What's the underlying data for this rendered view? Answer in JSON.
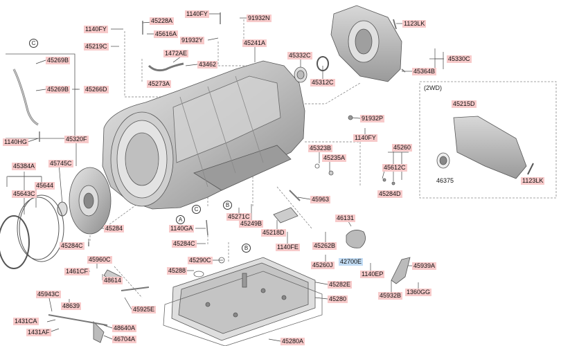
{
  "diagram": {
    "callouts": {
      "c45228A": "45228A",
      "c1140FY_top": "1140FY",
      "c91932N": "91932N",
      "c1123LK_top": "1123LK",
      "c1140FY_left": "1140FY",
      "c45616A": "45616A",
      "c91932Y": "91932Y",
      "c45241A": "45241A",
      "c45219C": "45219C",
      "c1472AE": "1472AE",
      "c43462": "43462",
      "c45332C": "45332C",
      "c45330C": "45330C",
      "c45269B_a": "45269B",
      "c45273A": "45273A",
      "c45312C": "45312C",
      "c45364B": "45364B",
      "c45269B_b": "45269B",
      "c45266D": "45266D",
      "c91932P": "91932P",
      "c1140FY_mid": "1140FY",
      "c1140HG": "1140HG",
      "c45320F": "45320F",
      "c45323B": "45323B",
      "c45260": "45260",
      "c45215D": "45215D",
      "c45384A": "45384A",
      "c45745C": "45745C",
      "c45235A": "45235A",
      "c45612C": "45612C",
      "c45644": "45644",
      "c45643C": "45643C",
      "c45284D": "45284D",
      "c45963": "45963",
      "c1123LK_right": "1123LK",
      "c46375": "46375",
      "c45284": "45284",
      "c45271C": "45271C",
      "c45249B": "45249B",
      "c46131": "46131",
      "c1140GA": "1140GA",
      "c45218D": "45218D",
      "c45284C_a": "45284C",
      "c45284C_b": "45284C",
      "c1140FE": "1140FE",
      "c45262B": "45262B",
      "c42700E": "42700E",
      "c45260J": "45260J",
      "c45960C": "45960C",
      "c45290C": "45290C",
      "c45939A": "45939A",
      "c1461CF": "1461CF",
      "c45288": "45288",
      "c1140EP": "1140EP",
      "c48614": "48614",
      "c45282E": "45282E",
      "c45932B": "45932B",
      "c1360GG": "1360GG",
      "c45943C": "45943C",
      "c45280": "45280",
      "c48639": "48639",
      "c45925E": "45925E",
      "c1431CA": "1431CA",
      "c48640A": "48640A",
      "c1431AF": "1431AF",
      "c46704A": "46704A",
      "c45280A": "45280A"
    },
    "section_letters": {
      "c_top": "C",
      "c_mid": "C",
      "a_mid": "A",
      "b_mid": "B",
      "b_low": "B"
    },
    "inset_title": "(2WD)",
    "highlight_color": "#c3ddf5",
    "callout_color": "#f7caca"
  }
}
